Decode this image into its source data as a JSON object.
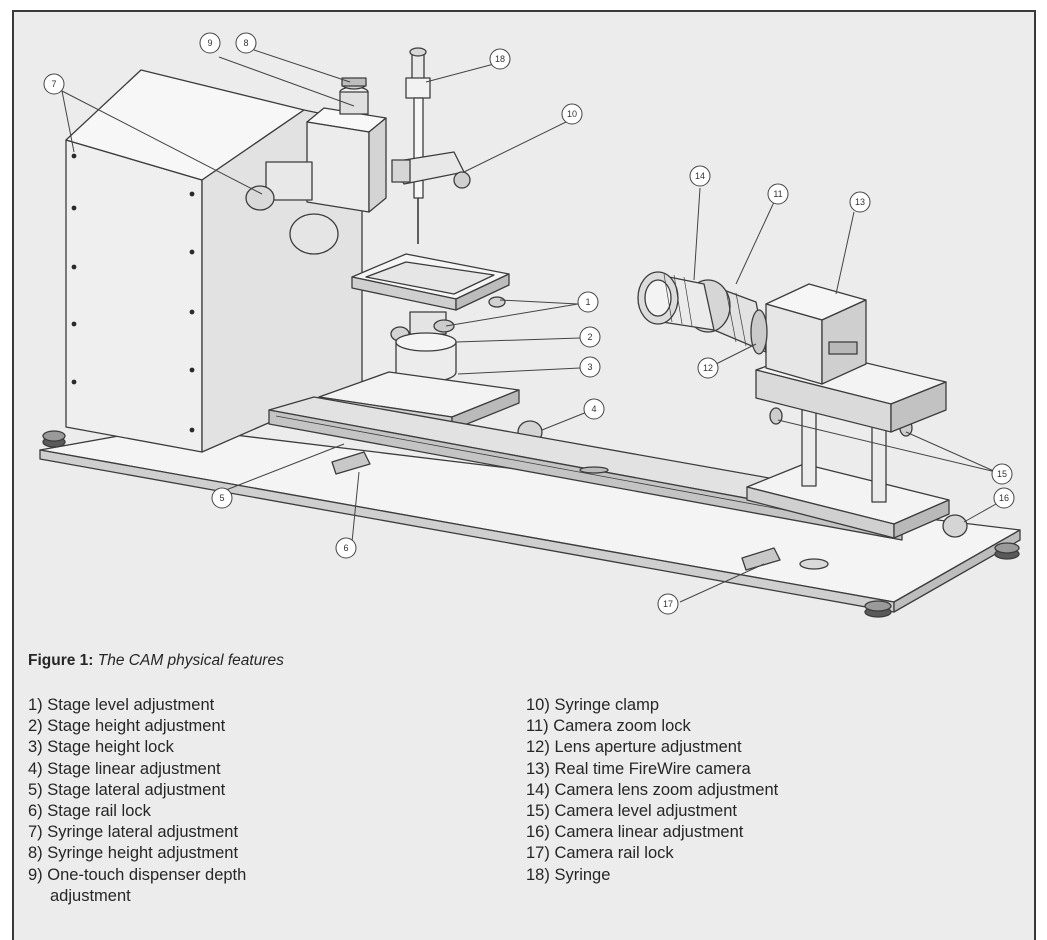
{
  "figure": {
    "label": "Figure 1:",
    "title": "The CAM physical features"
  },
  "callouts": [
    "1",
    "2",
    "3",
    "4",
    "5",
    "6",
    "7",
    "8",
    "9",
    "10",
    "11",
    "12",
    "13",
    "14",
    "15",
    "16",
    "17",
    "18"
  ],
  "legend": {
    "left": [
      {
        "num": "1)",
        "text": "Stage level adjustment"
      },
      {
        "num": "2)",
        "text": "Stage height adjustment"
      },
      {
        "num": "3)",
        "text": "Stage height lock"
      },
      {
        "num": "4)",
        "text": "Stage linear adjustment"
      },
      {
        "num": "5)",
        "text": "Stage lateral adjustment"
      },
      {
        "num": "6)",
        "text": "Stage rail lock"
      },
      {
        "num": "7)",
        "text": "Syringe lateral adjustment"
      },
      {
        "num": "8)",
        "text": "Syringe height adjustment"
      },
      {
        "num": "9)",
        "text": "One-touch dispenser depth",
        "cont": "adjustment"
      }
    ],
    "right": [
      {
        "num": "10)",
        "text": "Syringe clamp"
      },
      {
        "num": "11)",
        "text": "Camera zoom lock"
      },
      {
        "num": "12)",
        "text": "Lens aperture adjustment"
      },
      {
        "num": "13)",
        "text": "Real time FireWire camera"
      },
      {
        "num": "14)",
        "text": "Camera lens zoom adjustment"
      },
      {
        "num": "15)",
        "text": "Camera level adjustment"
      },
      {
        "num": "16)",
        "text": "Camera linear adjustment"
      },
      {
        "num": "17)",
        "text": "Camera rail lock"
      },
      {
        "num": "18)",
        "text": "Syringe"
      }
    ]
  }
}
